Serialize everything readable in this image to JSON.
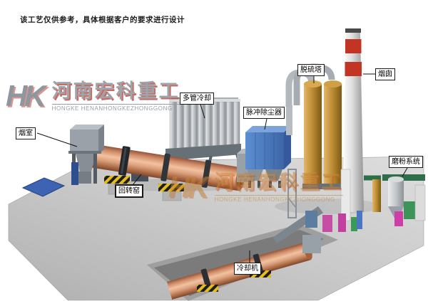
{
  "disclaimer": "该工艺仅供参考，具体根据客户的要求进行设计",
  "watermark": {
    "logo": "HK",
    "cn": "河南宏科重工",
    "en": "HONGKE HENANHONGKEZHONGGONG"
  },
  "labels": {
    "smoke_chamber": "烟室",
    "rotary_kiln": "回转窑",
    "multi_tube_cooler": "多管冷却",
    "pulse_dust_collector": "脉冲除尘器",
    "desulfurization_tower": "脱硫塔",
    "chimney": "烟囱",
    "milling_system": "磨粉系统",
    "cooling_machine": "冷却机"
  },
  "colors": {
    "kiln_shell": "#cf8b66",
    "dust_collector_blue": "#4a7fc4",
    "tower_tan": "#bf8f38",
    "chimney_band_red": "#c23524",
    "hazard_yellow": "#e6bc1c",
    "platform_gray": "#c9c9c9",
    "watermark_gray": "#99a0a8",
    "watermark_orange": "#c4883a",
    "pool_blue": "#3d63b2",
    "magenta_equipment": "#c2409f",
    "green_equipment": "#3c9459"
  }
}
